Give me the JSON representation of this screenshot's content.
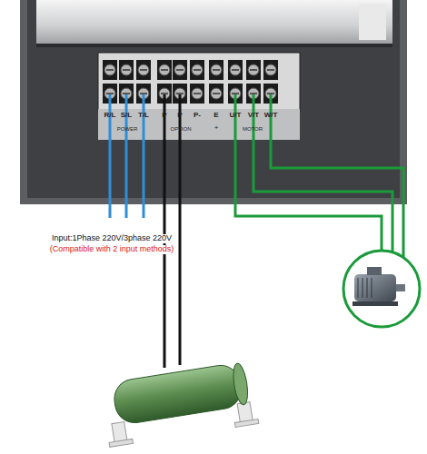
{
  "diagram": {
    "labels": [
      "R/L",
      "S/L",
      "T/L",
      "P",
      "P",
      "P-",
      "E",
      "U/T",
      "V/T",
      "W/T",
      "POWER",
      "OPTION",
      "+",
      "MOTOR",
      "Input:1Phase 220V/3phase 220V",
      "(Compatible with 2 input methods)"
    ]
  }
}
